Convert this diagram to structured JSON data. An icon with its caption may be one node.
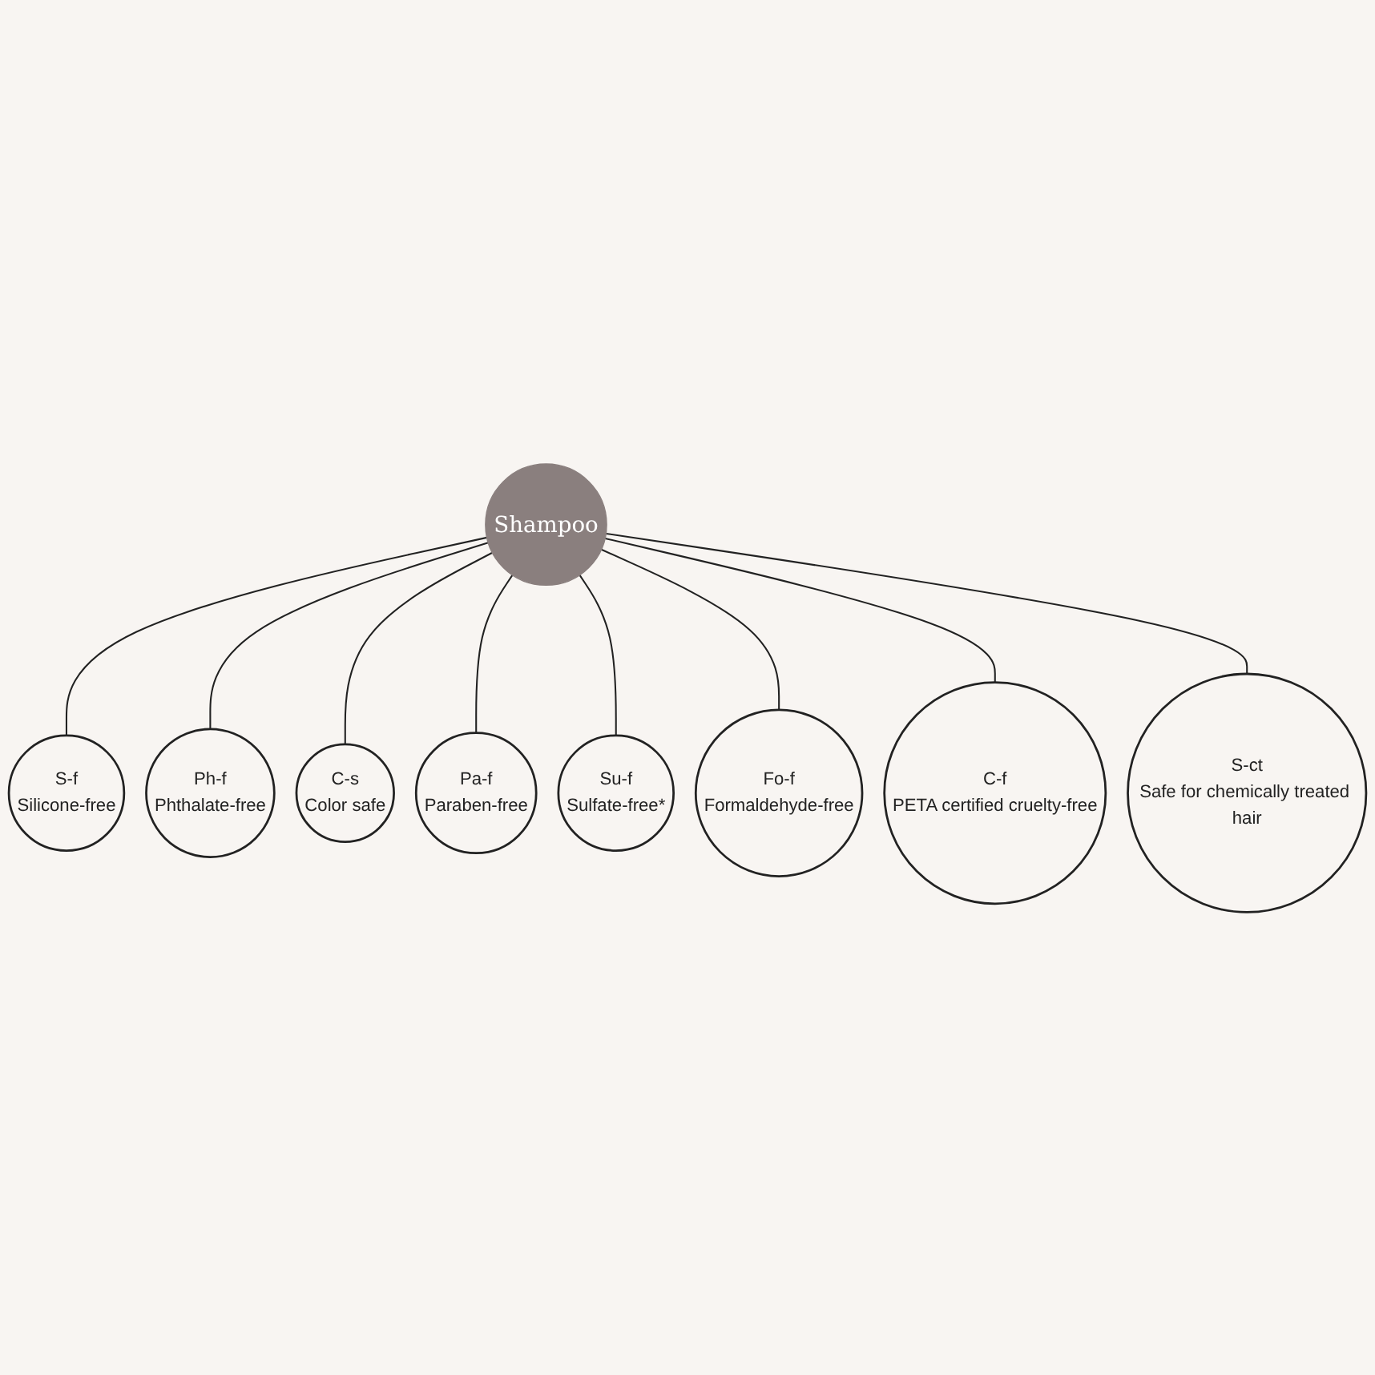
{
  "diagram": {
    "nodes": [
      {
        "text": [
          "Ph-f",
          "Phthalate-free"
        ]
      },
      {
        "text": [
          "S-f",
          "Silicone-free"
        ]
      },
      {
        "text": [
          "C-s",
          "Color safe"
        ]
      },
      {
        "text": [
          "Pa-f",
          "Paraben-free"
        ]
      },
      {
        "text": [
          "Shampoo"
        ]
      },
      {
        "text": [
          "Su-f",
          "Sulfate-free*"
        ]
      },
      {
        "text": [
          "Fo-f",
          "Formaldehyde-free"
        ]
      },
      {
        "text": [
          "C-f",
          "PETA certified cruelty-free"
        ]
      },
      {
        "text": [
          "S-ct",
          "Safe for chemically treated hair"
        ]
      }
    ],
    "edges": [
      {
        "from": 4,
        "to": 1,
        "arrow": "none"
      },
      {
        "from": 4,
        "to": 0,
        "arrow": "none"
      },
      {
        "from": 4,
        "to": 2,
        "arrow": "none"
      },
      {
        "from": 4,
        "to": 3,
        "arrow": "none"
      },
      {
        "from": 4,
        "to": 5,
        "arrow": "none"
      },
      {
        "from": 4,
        "to": 6,
        "arrow": "none"
      },
      {
        "from": 4,
        "to": 7,
        "arrow": "none"
      },
      {
        "from": 4,
        "to": 8,
        "arrow": "none"
      }
    ]
  }
}
